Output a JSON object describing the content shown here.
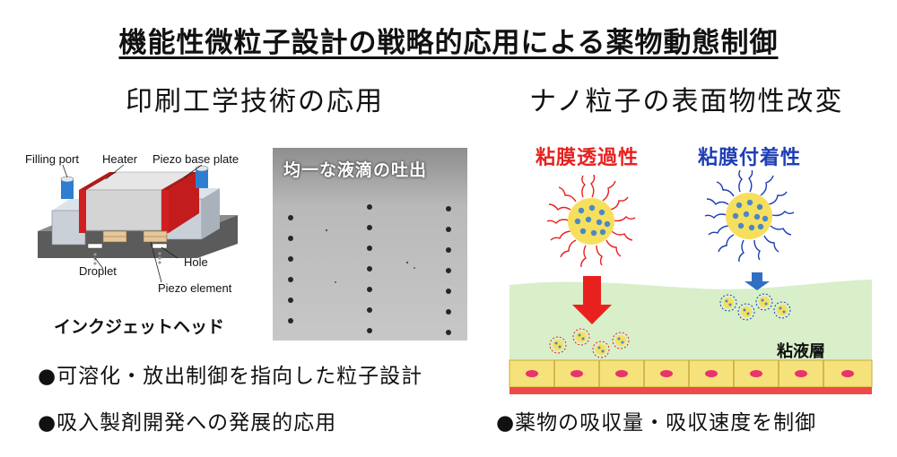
{
  "title": "機能性微粒子設計の戦略的応用による薬物動態制御",
  "left_section": {
    "heading": "印刷工学技術の応用",
    "diagram_labels": {
      "filling_port": "Filling port",
      "heater": "Heater",
      "piezo_base_plate": "Piezo base plate",
      "droplet": "Droplet",
      "hole": "Hole",
      "piezo_element": "Piezo element"
    },
    "inkjet_caption": "インクジェットヘッド",
    "photo_caption": "均一な液滴の吐出",
    "bullets": [
      "●可溶化・放出制御を指向した粒子設計",
      "●吸入製剤開発への発展的応用"
    ]
  },
  "right_section": {
    "heading": "ナノ粒子の表面物性改変",
    "permeation_label": "粘膜透過性",
    "adhesion_label": "粘膜付着性",
    "mucus_layer_label": "粘液層",
    "bullet": "●薬物の吸収量・吸収速度を制御"
  },
  "colors": {
    "permeation_red": "#e8211f",
    "adhesion_blue": "#1f3eb5",
    "mucus_green": "#d8efc9",
    "epithelium_yellow": "#f6e27a",
    "heater_red": "#d01f1f",
    "nozzle_blue": "#2f7fd0"
  }
}
